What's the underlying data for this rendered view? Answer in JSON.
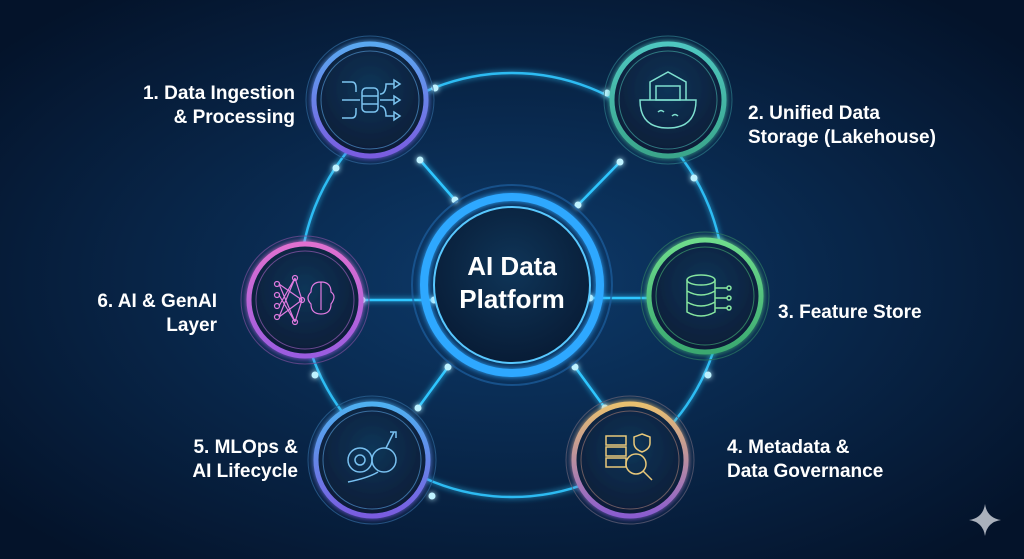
{
  "center": {
    "line1": "AI Data",
    "line2": "Platform"
  },
  "nodes": [
    {
      "line1": "1. Data Ingestion",
      "line2": "& Processing",
      "icon": "data-ingestion-icon",
      "colors": [
        "#5aa8f0",
        "#7a5ce0"
      ]
    },
    {
      "line1": "2. Unified Data",
      "line2": "Storage (Lakehouse)",
      "icon": "lakehouse-icon",
      "colors": [
        "#4fc7c0",
        "#3aa58a"
      ]
    },
    {
      "line1": "3. Feature Store",
      "line2": "",
      "icon": "feature-store-icon",
      "colors": [
        "#6fdc8c",
        "#3aa870"
      ]
    },
    {
      "line1": "4. Metadata &",
      "line2": "Data Governance",
      "icon": "governance-icon",
      "colors": [
        "#e8c070",
        "#8a5cd0"
      ]
    },
    {
      "line1": "5. MLOps &",
      "line2": "AI Lifecycle",
      "icon": "mlops-icon",
      "colors": [
        "#4fb0f0",
        "#7a5ce0"
      ]
    },
    {
      "line1": "6. AI & GenAI",
      "line2": "Layer",
      "icon": "genai-icon",
      "colors": [
        "#e070d0",
        "#9a5ce0"
      ]
    }
  ],
  "accent": "#2fc6ff"
}
